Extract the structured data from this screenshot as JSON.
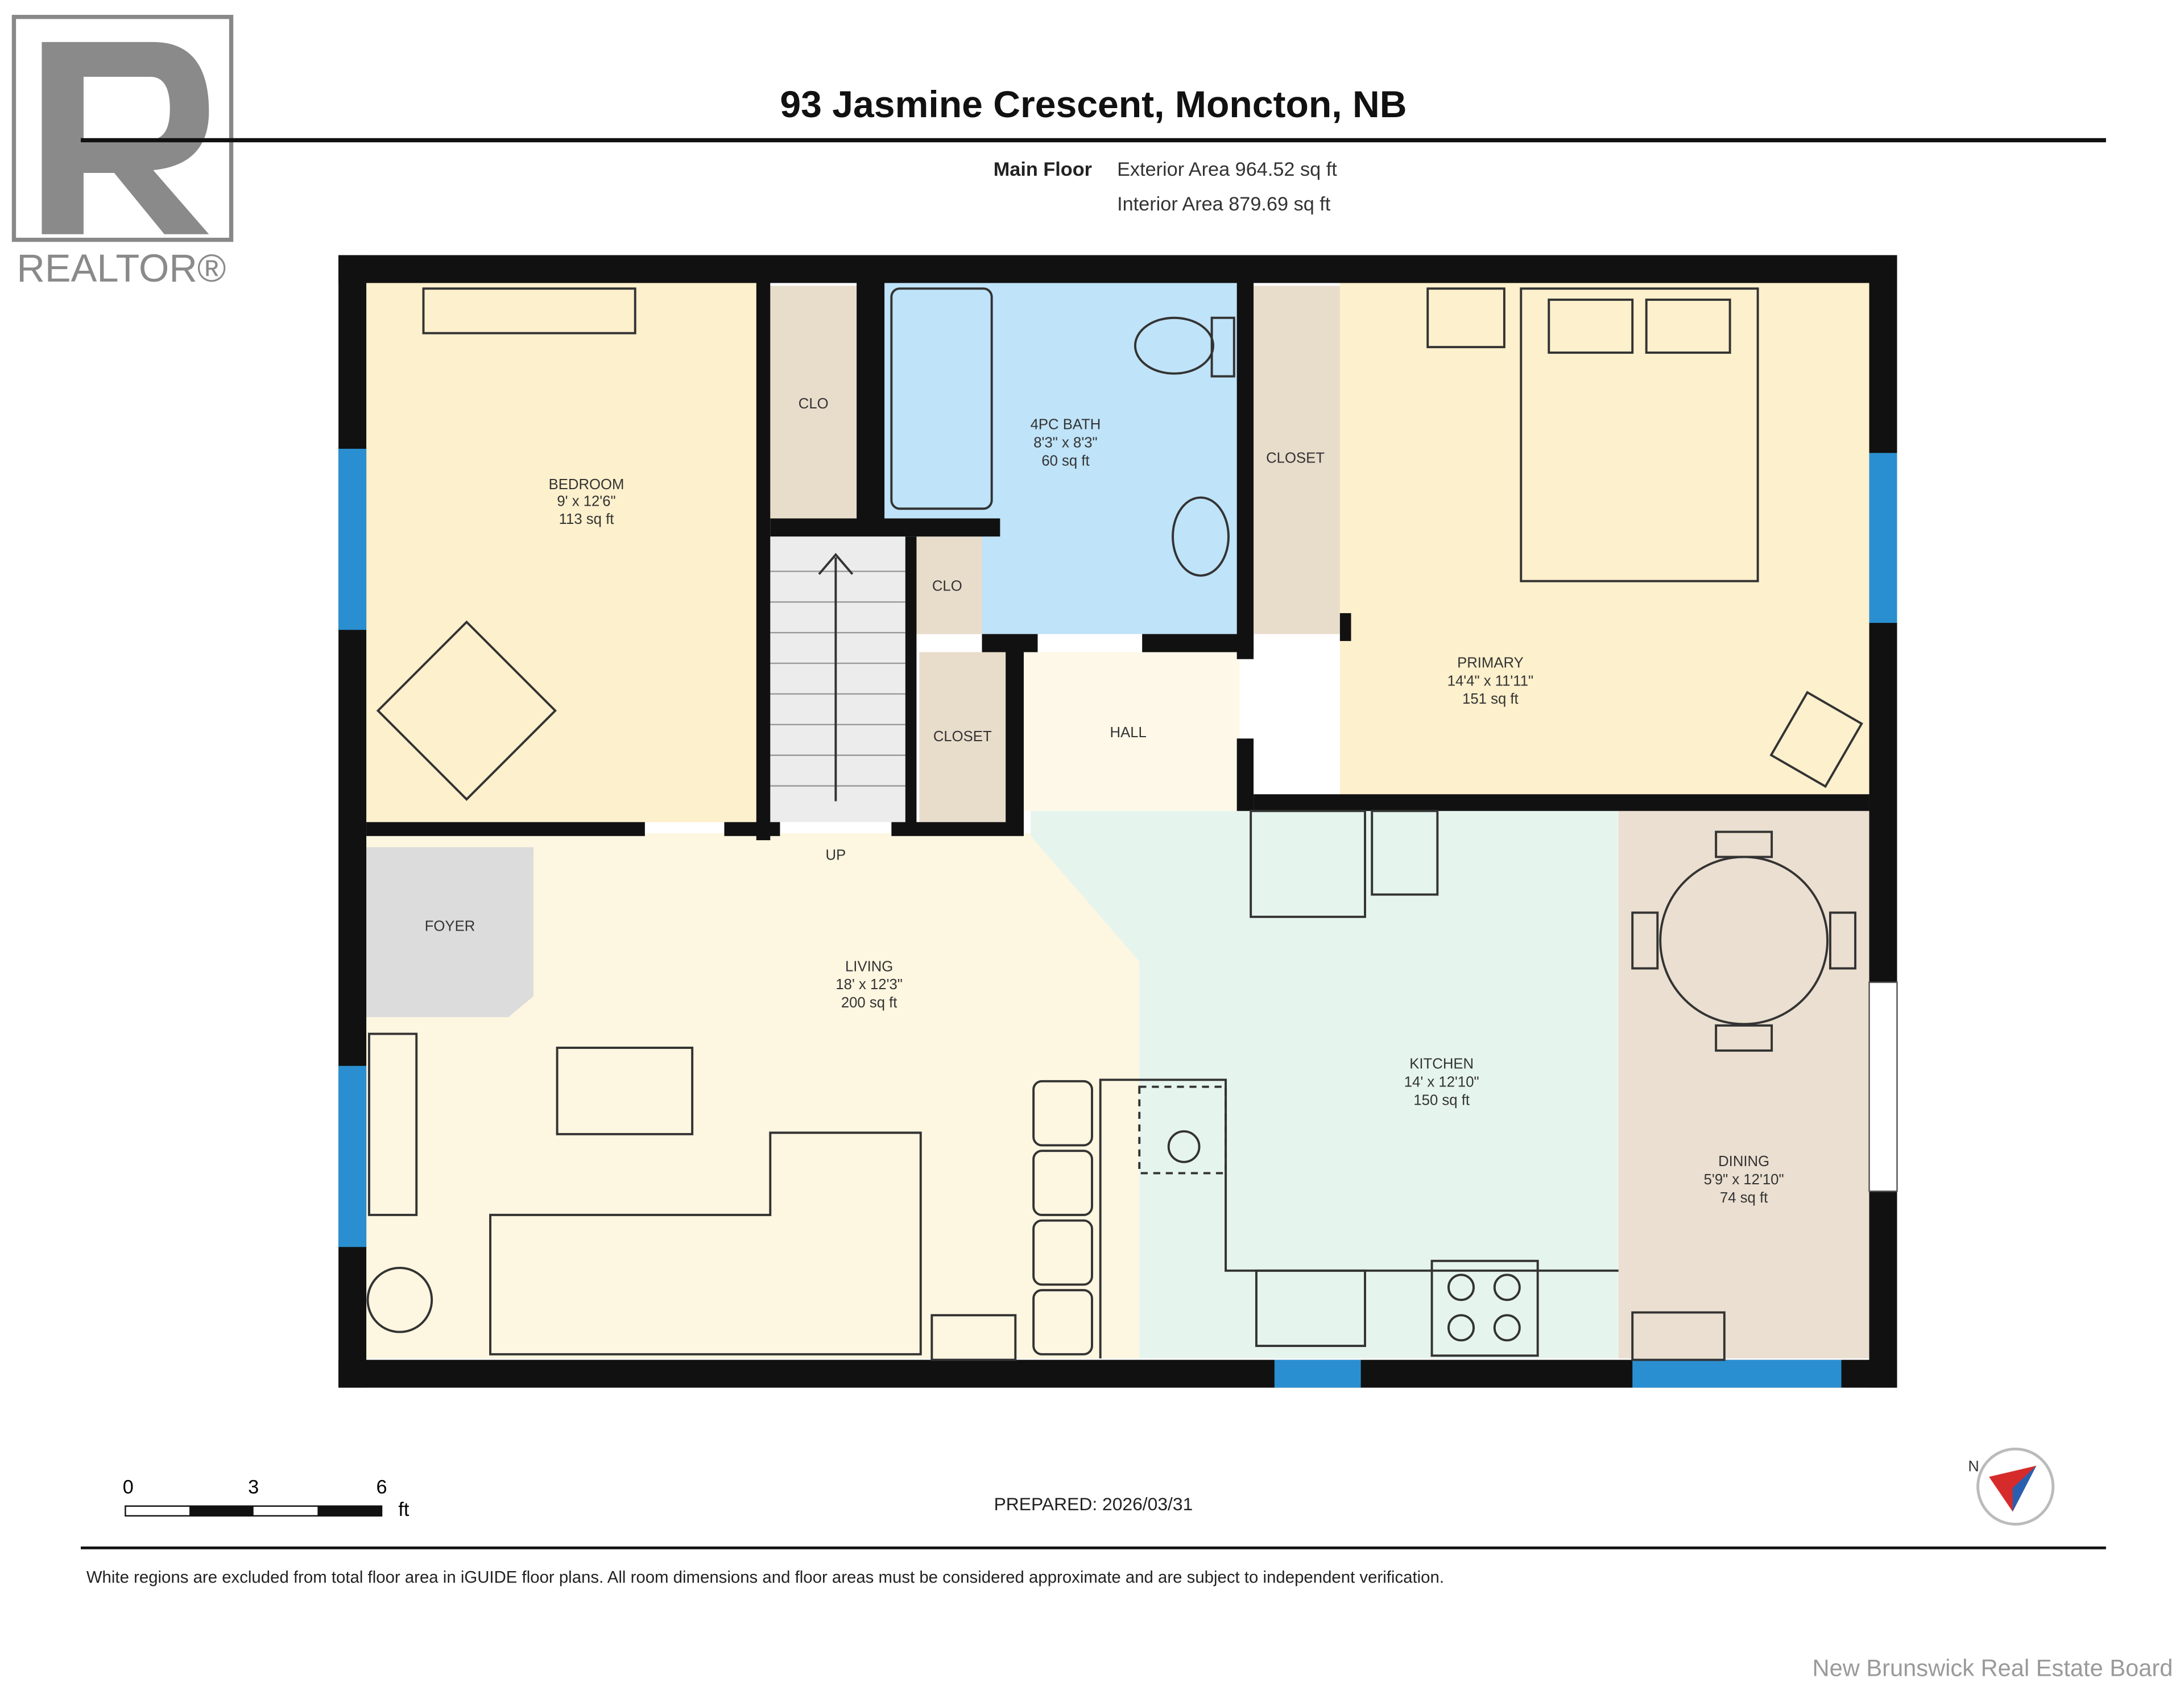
{
  "header": {
    "title": "93 Jasmine Crescent, Moncton, NB",
    "floor": "Main Floor",
    "exterior_area": "Exterior Area 964.52 sq ft",
    "interior_area": "Interior Area 879.69 sq ft"
  },
  "logo": {
    "text": "REALTOR®"
  },
  "rooms": {
    "bedroom": {
      "name": "BEDROOM",
      "dims": "9' x 12'6\"",
      "area": "113 sq ft"
    },
    "bath": {
      "name": "4PC BATH",
      "dims": "8'3\" x 8'3\"",
      "area": "60 sq ft"
    },
    "primary": {
      "name": "PRIMARY",
      "dims": "14'4\" x 11'11\"",
      "area": "151 sq ft"
    },
    "living": {
      "name": "LIVING",
      "dims": "18' x 12'3\"",
      "area": "200 sq ft"
    },
    "kitchen": {
      "name": "KITCHEN",
      "dims": "14' x 12'10\"",
      "area": "150 sq ft"
    },
    "dining": {
      "name": "DINING",
      "dims": "5'9\" x 12'10\"",
      "area": "74 sq ft"
    },
    "clo1": "CLO",
    "clo2": "CLO",
    "closet1": "CLOSET",
    "closet2": "CLOSET",
    "hall": "HALL",
    "foyer": "FOYER",
    "up": "UP"
  },
  "scale": {
    "t0": "0",
    "t1": "3",
    "t2": "6",
    "unit": "ft"
  },
  "prepared": "PREPARED: 2026/03/31",
  "compass": {
    "label": "N"
  },
  "disclaimer": "White regions are excluded from total floor area in iGUIDE floor plans. All room dimensions and floor areas must be considered approximate and are subject to independent verification.",
  "watermark": "New Brunswick Real Estate Board",
  "colors": {
    "bedroom": "#fdf0cc",
    "bath": "#bfe3f8",
    "kitchen": "#e6f4ee",
    "dining": "#eadfd0",
    "closet": "#e8dccb",
    "window": "#2a8fd0"
  }
}
